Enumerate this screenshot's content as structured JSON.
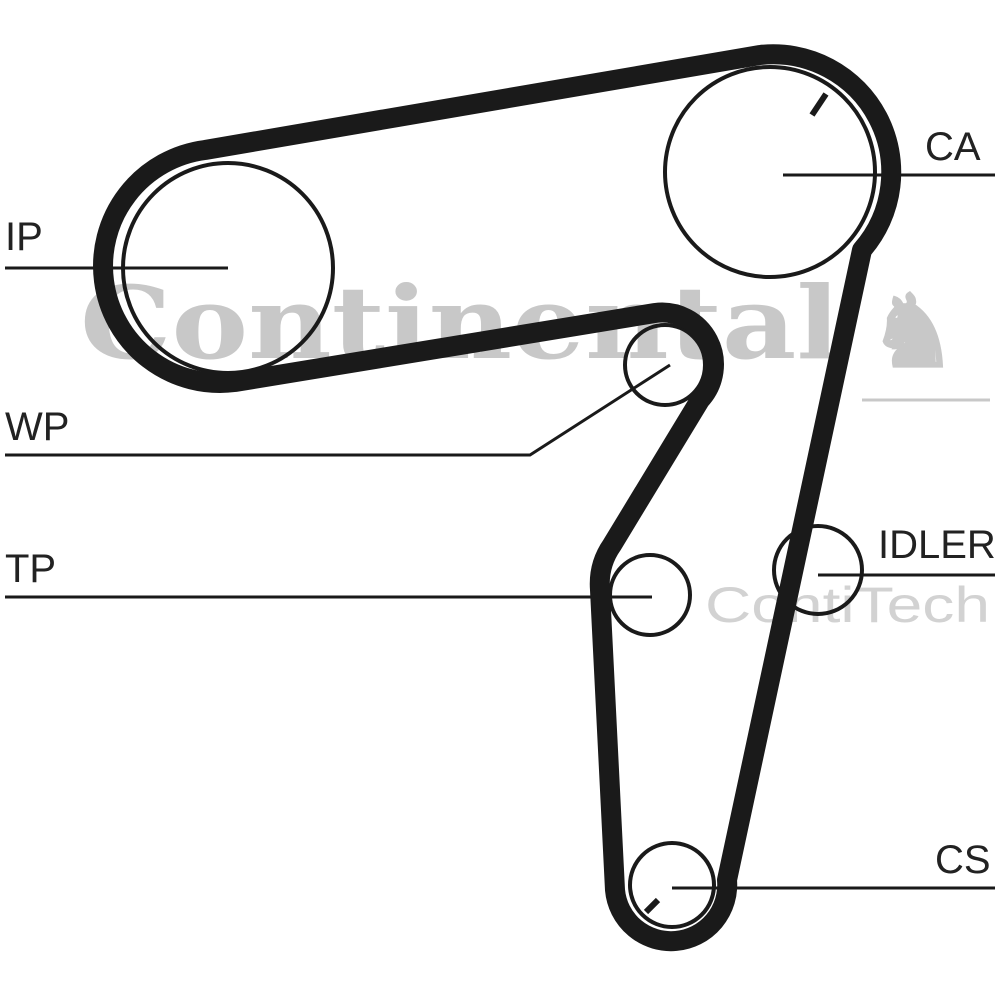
{
  "watermark": {
    "brand": "Continental",
    "sub_brand": "ContiTech"
  },
  "labels": {
    "ip": "IP",
    "ca": "CA",
    "wp": "WP",
    "tp": "TP",
    "idler": "IDLER",
    "cs": "CS"
  },
  "colors": {
    "belt": "#1a1a1a",
    "watermark": "#c8c8c8"
  }
}
